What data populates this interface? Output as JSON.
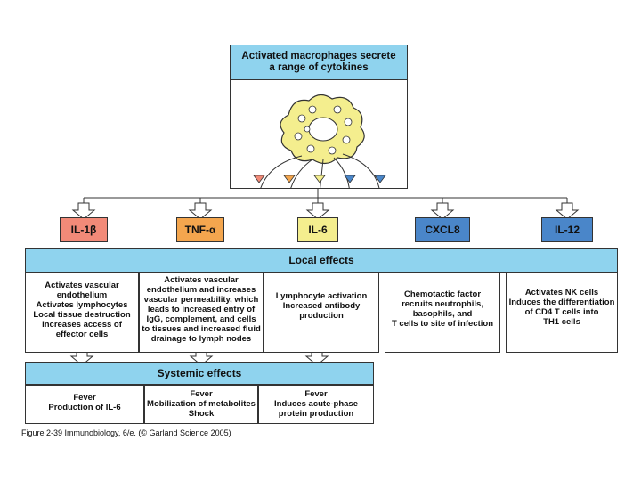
{
  "header": {
    "title_line1": "Activated macrophages secrete",
    "title_line2": "a range of cytokines"
  },
  "cytokines": [
    {
      "label": "IL-1β",
      "color": "#f28a78"
    },
    {
      "label": "TNF-α",
      "color": "#f4a64e"
    },
    {
      "label": "IL-6",
      "color": "#f4ee8e"
    },
    {
      "label": "CXCL8",
      "color": "#4a86c9"
    },
    {
      "label": "IL-12",
      "color": "#4a86c9"
    }
  ],
  "local": {
    "title": "Local effects",
    "cells": [
      [
        "Activates vascular",
        "endothelium",
        "Activates lymphocytes",
        "Local tissue destruction",
        "Increases access of",
        "effector cells"
      ],
      [
        "Activates vascular",
        "endothelium and increases",
        "vascular permeability, which",
        "leads to increased entry of",
        "IgG, complement, and cells",
        "to tissues and increased fluid",
        "drainage to lymph nodes"
      ],
      [
        "Lymphocyte activation",
        "Increased antibody",
        "production"
      ],
      [
        "Chemotactic factor",
        "recruits neutrophils,",
        "basophils, and",
        "T cells to site of infection"
      ],
      [
        "Activates NK cells",
        "Induces the differentiation",
        "of CD4 T cells into",
        "TH1 cells"
      ]
    ]
  },
  "systemic": {
    "title": "Systemic effects",
    "cells": [
      [
        "Fever",
        "Production of IL-6"
      ],
      [
        "Fever",
        "Mobilization of metabolites",
        "Shock"
      ],
      [
        "Fever",
        "Induces acute-phase",
        "protein production"
      ]
    ]
  },
  "caption": "Figure 2-39  Immunobiology, 6/e. (© Garland Science 2005)"
}
